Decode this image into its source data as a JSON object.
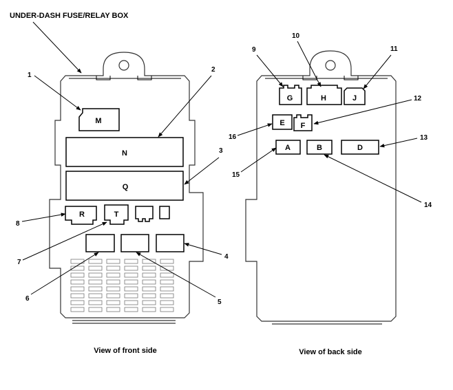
{
  "title": "UNDER-DASH FUSE/RELAY BOX",
  "captions": {
    "front": "View of front side",
    "back": "View of back side"
  },
  "front_components": {
    "M": "M",
    "N": "N",
    "Q": "Q",
    "R": "R",
    "T": "T"
  },
  "back_components": {
    "G": "G",
    "H": "H",
    "J": "J",
    "E": "E",
    "F": "F",
    "A": "A",
    "B": "B",
    "D": "D"
  },
  "callouts": {
    "c1": "1",
    "c2": "2",
    "c3": "3",
    "c4": "4",
    "c5": "5",
    "c6": "6",
    "c7": "7",
    "c8": "8",
    "c9": "9",
    "c10": "10",
    "c11": "11",
    "c12": "12",
    "c13": "13",
    "c14": "14",
    "c15": "15",
    "c16": "16"
  }
}
